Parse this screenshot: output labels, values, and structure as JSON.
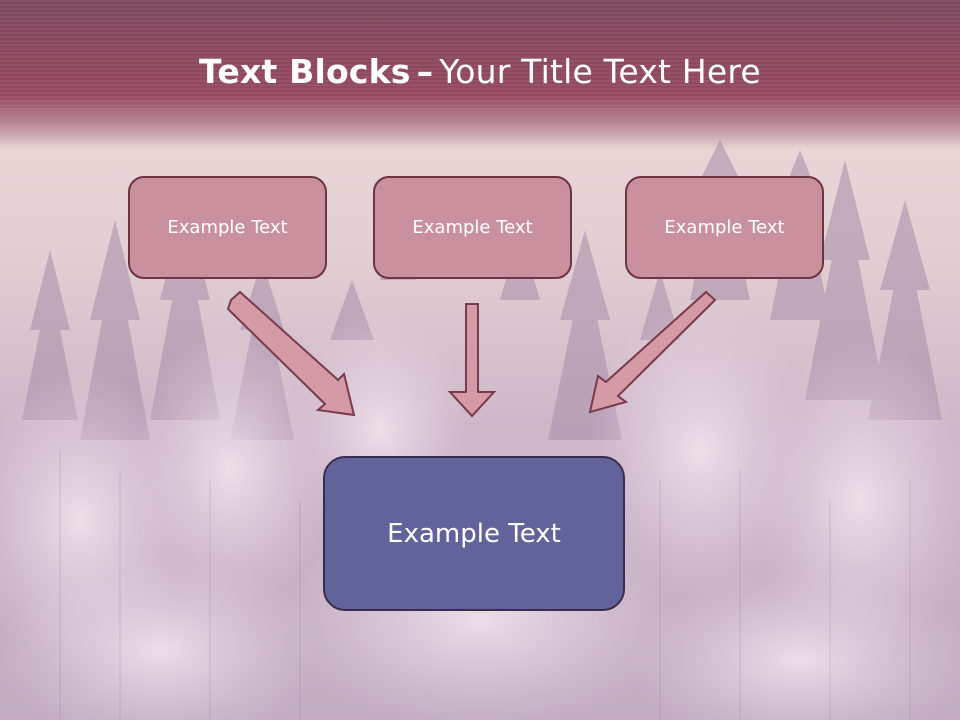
{
  "slide": {
    "title_bold": "Text Blocks",
    "title_dash": "–",
    "title_rest": "Your Title Text Here",
    "top_boxes": [
      {
        "text": "Example Text"
      },
      {
        "text": "Example Text"
      },
      {
        "text": "Example Text"
      }
    ],
    "bottom_box": {
      "text": "Example Text"
    }
  },
  "colors": {
    "title_band": "#984c63",
    "top_box_fill": "#c9919e",
    "top_box_border": "#6e3444",
    "bottom_box_fill": "#62639b",
    "bottom_box_border": "#3a2b50",
    "arrow_fill": "#d49aa6",
    "arrow_stroke": "#7a3a4d"
  }
}
